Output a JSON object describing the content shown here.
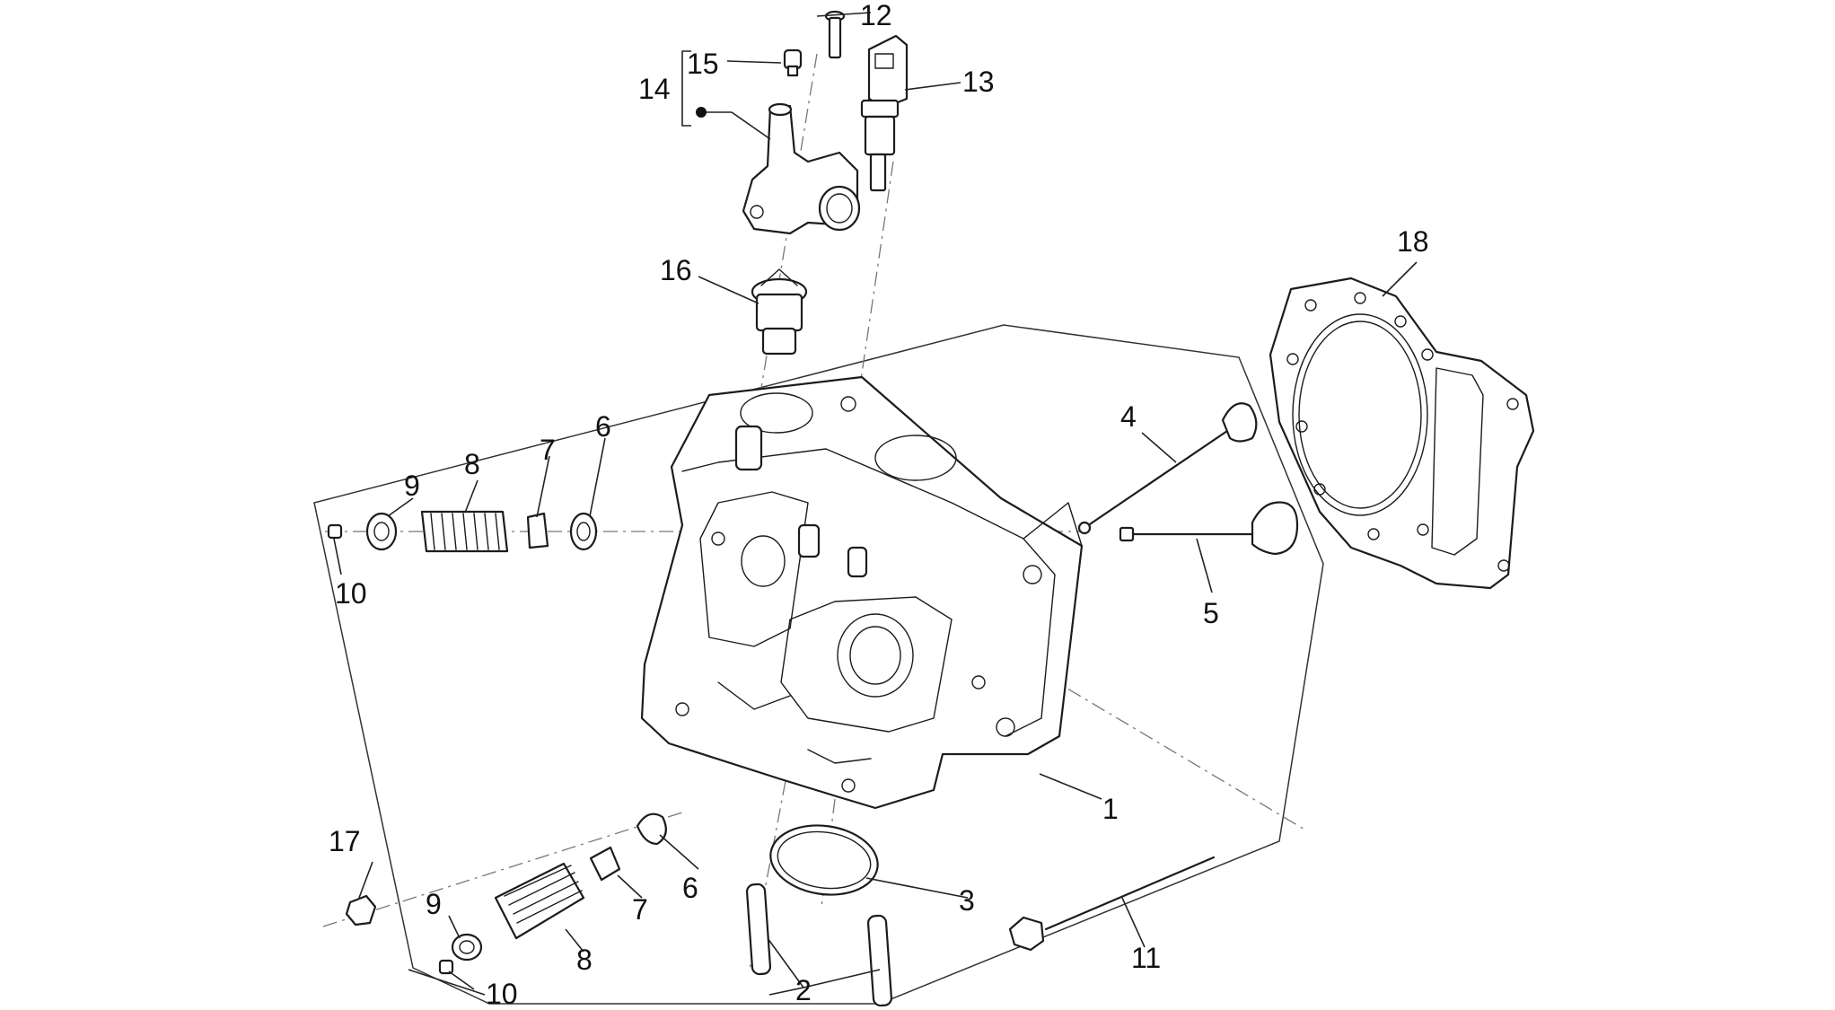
{
  "callouts": [
    {
      "id": "c1",
      "label": "1"
    },
    {
      "id": "c2",
      "label": "2"
    },
    {
      "id": "c3",
      "label": "3"
    },
    {
      "id": "c4",
      "label": "4"
    },
    {
      "id": "c5",
      "label": "5"
    },
    {
      "id": "c6a",
      "label": "6"
    },
    {
      "id": "c6b",
      "label": "6"
    },
    {
      "id": "c7a",
      "label": "7"
    },
    {
      "id": "c7b",
      "label": "7"
    },
    {
      "id": "c8a",
      "label": "8"
    },
    {
      "id": "c8b",
      "label": "8"
    },
    {
      "id": "c9a",
      "label": "9"
    },
    {
      "id": "c9b",
      "label": "9"
    },
    {
      "id": "c10a",
      "label": "10"
    },
    {
      "id": "c10b",
      "label": "10"
    },
    {
      "id": "c11",
      "label": "11"
    },
    {
      "id": "c12",
      "label": "12"
    },
    {
      "id": "c13",
      "label": "13"
    },
    {
      "id": "c14",
      "label": "14"
    },
    {
      "id": "c15",
      "label": "15"
    },
    {
      "id": "c16",
      "label": "16"
    },
    {
      "id": "c17",
      "label": "17"
    },
    {
      "id": "c18",
      "label": "18"
    }
  ]
}
